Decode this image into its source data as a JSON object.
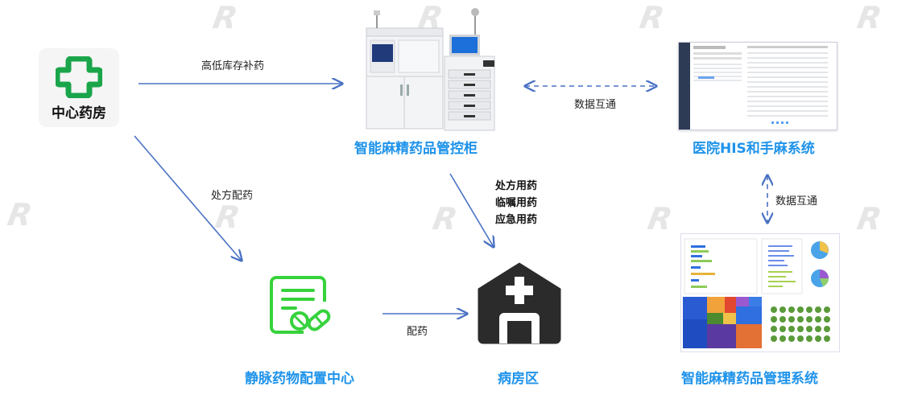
{
  "nodes": {
    "central_pharmacy": "中心药房",
    "cabinet": "智能麻精药品管控柜",
    "his": "医院HIS和手麻系统",
    "pivas": "静脉药物配置中心",
    "ward": "病房区",
    "mgmt": "智能麻精药品管理系统"
  },
  "edges": {
    "pharmacy_to_cabinet": "高低库存补药",
    "cabinet_his": "数据互通",
    "pharmacy_to_pivas": "处方配药",
    "cabinet_to_ward": [
      "处方用药",
      "临嘱用药",
      "应急用药"
    ],
    "his_mgmt": "数据互通",
    "pivas_to_ward": "配药"
  },
  "colors": {
    "title": "#1f93ea",
    "arrow": "#4a72c4",
    "pharmacy_green": "#1aa54a",
    "pivas_green": "#37d23c",
    "ward_dark": "#2b2b2b"
  }
}
